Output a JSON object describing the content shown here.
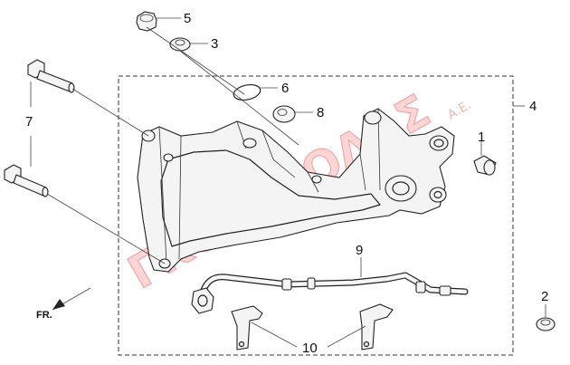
{
  "callouts": {
    "c1": "1",
    "c2": "2",
    "c3": "3",
    "c4": "4",
    "c5": "5",
    "c6": "6",
    "c7": "7",
    "c8": "8",
    "c9": "9",
    "c10": "10"
  },
  "front_label": "FR.",
  "watermark": {
    "main": "ΓΚΟΡΓΚΟΛΑΣ",
    "sub": "Α.Ε."
  }
}
